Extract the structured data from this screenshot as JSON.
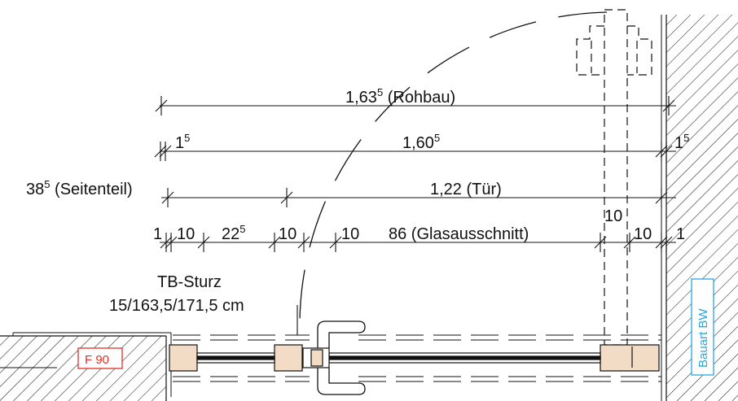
{
  "dimensions": {
    "rohbau": {
      "value": "1,63",
      "sup": "5",
      "note": " (Rohbau)"
    },
    "left_small": {
      "value": "1",
      "sup": "5"
    },
    "middle": {
      "value": "1,60",
      "sup": "5"
    },
    "right_small": {
      "value": "1",
      "sup": "5"
    },
    "seitenteil": {
      "value": "38",
      "sup": "5",
      "note": " (Seitenteil)"
    },
    "tuer": {
      "value": "1,22 (Tür)"
    },
    "row4": {
      "a": "1",
      "b": "10",
      "c": "22",
      "c_sup": "5",
      "d": "10",
      "e": "10",
      "f": "86 (Glasausschnitt)",
      "g": "10",
      "h": "1",
      "above": "10"
    }
  },
  "labels": {
    "sturz_line1": "TB-Sturz",
    "sturz_line2": "15/163,5/171,5 cm",
    "fire_rating": "F 90",
    "bauart": "Bauart BW"
  },
  "colors": {
    "fire_rating": "#e0302a",
    "bauart": "#2aa6e0",
    "wood": "#f2dcc6",
    "line": "#111111"
  }
}
